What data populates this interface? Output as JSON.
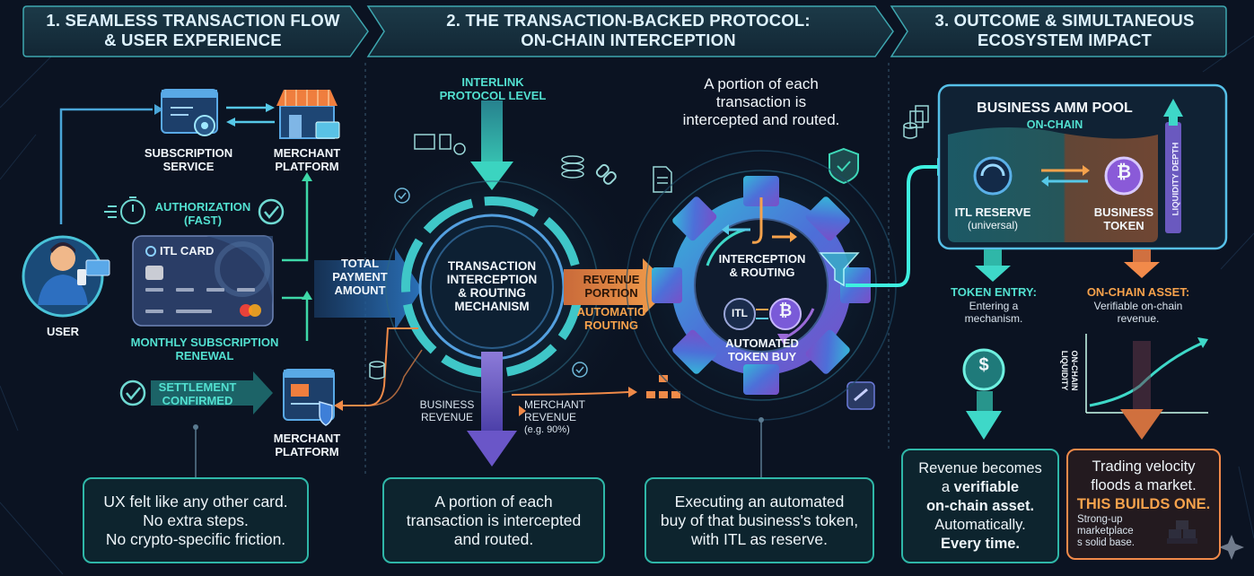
{
  "headers": {
    "h1": [
      "1. SEAMLESS TRANSACTION FLOW",
      "& USER EXPERIENCE"
    ],
    "h2": [
      "2. THE TRANSACTION-BACKED PROTOCOL:",
      "ON-CHAIN INTERCEPTION"
    ],
    "h3": [
      "3. OUTCOME & SIMULTANEOUS",
      "ECOSYSTEM IMPACT"
    ]
  },
  "section1": {
    "subscription_service": [
      "SUBSCRIPTION",
      "SERVICE"
    ],
    "merchant_platform_top": [
      "MERCHANT",
      "PLATFORM"
    ],
    "authorization": [
      "AUTHORIZATION",
      "(FAST)"
    ],
    "card_label": "ITL CARD",
    "user": "USER",
    "monthly_renewal": [
      "MONTHLY SUBSCRIPTION",
      "RENEWAL"
    ],
    "settlement": [
      "SETTLEMENT",
      "CONFIRMED"
    ],
    "merchant_platform_bottom": [
      "MERCHANT",
      "PLATFORM"
    ],
    "summary": [
      "UX felt like any other card.",
      "No extra steps.",
      "No crypto-specific friction."
    ]
  },
  "section2": {
    "interlink": [
      "INTERLINK",
      "PROTOCOL LEVEL"
    ],
    "total_payment": [
      "TOTAL",
      "PAYMENT",
      "AMOUNT"
    ],
    "mechanism": [
      "TRANSACTION",
      "INTERCEPTION",
      "& ROUTING",
      "MECHANISM"
    ],
    "revenue_portion": [
      "REVENUE",
      "PORTION"
    ],
    "automatic_routing": [
      "AUTOMATIC",
      "ROUTING"
    ],
    "business_revenue": [
      "BUSINESS",
      "REVENUE"
    ],
    "merchant_revenue": [
      "MERCHANT",
      "REVENUE",
      "(e.g. 90%)"
    ],
    "portion_note": [
      "A portion of each",
      "transaction is",
      "intercepted and routed."
    ],
    "interception_routing": [
      "INTERCEPTION",
      "& ROUTING"
    ],
    "itl": "ITL",
    "automated_buy": [
      "AUTOMATED",
      "TOKEN BUY"
    ],
    "summary_a": [
      "A portion of each",
      "transaction is intercepted",
      "and routed."
    ],
    "summary_b": [
      "Executing an automated",
      "buy of that business's token,",
      "with ITL as reserve."
    ]
  },
  "section3": {
    "pool_title": "BUSINESS AMM POOL",
    "pool_subtitle": "ON-CHAIN",
    "itl_reserve": "ITL RESERVE",
    "itl_reserve_sub": "(universal)",
    "business_token": [
      "BUSINESS",
      "TOKEN"
    ],
    "liquidity_depth": "LIQUIDITY DEPTH",
    "token_entry": "TOKEN ENTRY:",
    "token_entry_desc": [
      "Entering a",
      "mechanism."
    ],
    "onchain_asset": "ON-CHAIN ASSET:",
    "onchain_asset_desc": [
      "Verifiable on-chain",
      "revenue."
    ],
    "onchain_liquidity": [
      "ON-CHAIN",
      "LIQUIDITY"
    ],
    "box_left": [
      "Revenue becomes",
      "a",
      "verifiable",
      "on-chain asset.",
      "Automatically.",
      "Every time."
    ],
    "box_right": [
      "Trading velocity",
      "floods a market.",
      "THIS BUILDS ONE.",
      "Strong-up",
      "marketplace",
      "s solid base."
    ]
  },
  "colors": {
    "teal": "#2fb7a8",
    "cyan": "#52e0d0",
    "orange": "#f28a4a",
    "purple": "#7a63d8",
    "blue": "#3f8ee0"
  }
}
